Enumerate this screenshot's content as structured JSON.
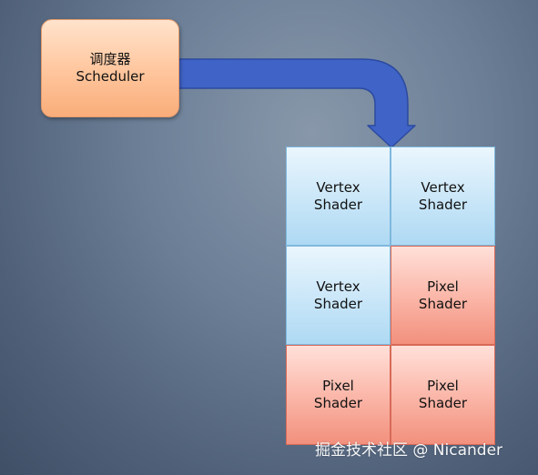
{
  "scheduler": {
    "label_cn": "调度器",
    "label_en": "Scheduler"
  },
  "shader_grid": {
    "cells": [
      {
        "type": "vertex",
        "line1": "Vertex",
        "line2": "Shader"
      },
      {
        "type": "vertex",
        "line1": "Vertex",
        "line2": "Shader"
      },
      {
        "type": "vertex",
        "line1": "Vertex",
        "line2": "Shader"
      },
      {
        "type": "pixel",
        "line1": "Pixel",
        "line2": "Shader"
      },
      {
        "type": "pixel",
        "line1": "Pixel",
        "line2": "Shader"
      },
      {
        "type": "pixel",
        "line1": "Pixel",
        "line2": "Shader"
      }
    ]
  },
  "watermark": "掘金技术社区 @ Nicander",
  "colors": {
    "vertex_fill": "#cfe9f9",
    "pixel_fill": "#fbb8aa",
    "scheduler_fill": "#ffc59c",
    "arrow_fill": "#3f63c6"
  }
}
